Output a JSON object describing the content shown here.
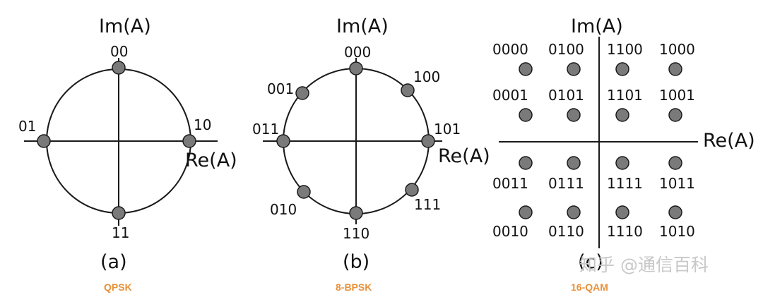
{
  "panels": [
    {
      "id": "qpsk",
      "panel_label": "(a)",
      "caption": "QPSK",
      "axis_im": "Im(A)",
      "axis_re": "Re(A)",
      "points": [
        {
          "bits": "00"
        },
        {
          "bits": "10"
        },
        {
          "bits": "11"
        },
        {
          "bits": "01"
        }
      ]
    },
    {
      "id": "8bpsk",
      "panel_label": "(b)",
      "caption": "8-BPSK",
      "axis_im": "Im(A)",
      "axis_re": "Re(A)",
      "points": [
        {
          "bits": "000"
        },
        {
          "bits": "100"
        },
        {
          "bits": "101"
        },
        {
          "bits": "111"
        },
        {
          "bits": "110"
        },
        {
          "bits": "010"
        },
        {
          "bits": "011"
        },
        {
          "bits": "001"
        }
      ]
    },
    {
      "id": "16qam",
      "panel_label": "(c)",
      "caption": "16-QAM",
      "axis_im": "Im(A)",
      "axis_re": "Re(A)",
      "rows": [
        [
          "0000",
          "0100",
          "1100",
          "1000"
        ],
        [
          "0001",
          "0101",
          "1101",
          "1001"
        ],
        [
          "0011",
          "0111",
          "1111",
          "1011"
        ],
        [
          "0010",
          "0110",
          "1110",
          "1010"
        ]
      ]
    }
  ],
  "watermark": "知乎 @通信百科",
  "colors": {
    "dot": "#7a7a7a",
    "stroke": "#1a1a1a",
    "caption": "#e8913a"
  }
}
